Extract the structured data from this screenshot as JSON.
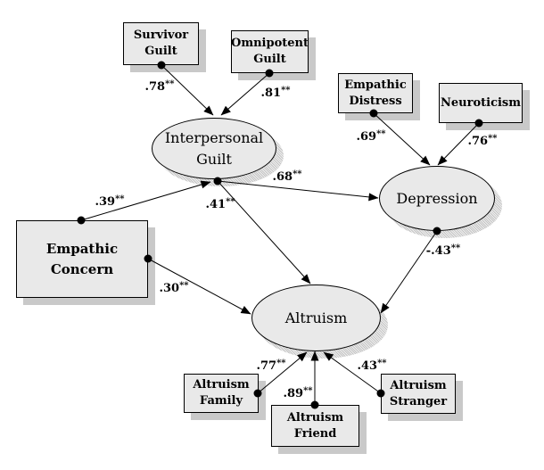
{
  "diagram": {
    "type": "structural-equation-path-model",
    "background": "#ffffff",
    "marker_style": {
      "source": "filled-dot",
      "target": "filled-arrowhead"
    }
  },
  "colors": {
    "node_fill": "#e9e9e9",
    "node_border": "#000000",
    "rect_shadow": "#c9c9c9",
    "ellipse_shadow": "#c4c4c4",
    "connector": "#000000"
  },
  "nodes": {
    "survivor_guilt": {
      "label": "Survivor\nGuilt",
      "shape": "rectangle"
    },
    "omnipotent_guilt": {
      "label": "Omnipotent\nGuilt",
      "shape": "rectangle"
    },
    "empathic_distress": {
      "label": "Empathic\nDistress",
      "shape": "rectangle"
    },
    "neuroticism": {
      "label": "Neuroticism",
      "shape": "rectangle"
    },
    "empathic_concern": {
      "label": "Empathic\nConcern",
      "shape": "rectangle"
    },
    "altruism_family": {
      "label": "Altruism\nFamily",
      "shape": "rectangle"
    },
    "altruism_friend": {
      "label": "Altruism\nFriend",
      "shape": "rectangle"
    },
    "altruism_stranger": {
      "label": "Altruism\nStranger",
      "shape": "rectangle"
    },
    "interpersonal_guilt": {
      "label": "Interpersonal\nGuilt",
      "shape": "ellipse"
    },
    "depression": {
      "label": "Depression",
      "shape": "ellipse"
    },
    "altruism": {
      "label": "Altruism",
      "shape": "ellipse"
    }
  },
  "edges": [
    {
      "from": "Survivor Guilt",
      "to": "Interpersonal Guilt",
      "value": ".78",
      "stars": "**"
    },
    {
      "from": "Omnipotent Guilt",
      "to": "Interpersonal Guilt",
      "value": ".81",
      "stars": "**"
    },
    {
      "from": "Empathic Distress",
      "to": "Depression",
      "value": ".69",
      "stars": "**"
    },
    {
      "from": "Neuroticism",
      "to": "Depression",
      "value": ".76",
      "stars": "**"
    },
    {
      "from": "Empathic Concern",
      "to": "Interpersonal Guilt",
      "value": ".39",
      "stars": "**"
    },
    {
      "from": "Interpersonal Guilt",
      "to": "Depression",
      "value": ".68",
      "stars": "**"
    },
    {
      "from": "Interpersonal Guilt",
      "to": "Altruism",
      "value": ".41",
      "stars": "**"
    },
    {
      "from": "Empathic Concern",
      "to": "Altruism",
      "value": ".30",
      "stars": "**"
    },
    {
      "from": "Depression",
      "to": "Altruism",
      "value": "-.43",
      "stars": "**"
    },
    {
      "from": "Altruism Family",
      "to": "Altruism",
      "value": ".77",
      "stars": "**"
    },
    {
      "from": "Altruism Friend",
      "to": "Altruism",
      "value": ".89",
      "stars": "**"
    },
    {
      "from": "Altruism Stranger",
      "to": "Altruism",
      "value": ".43",
      "stars": "**"
    }
  ]
}
